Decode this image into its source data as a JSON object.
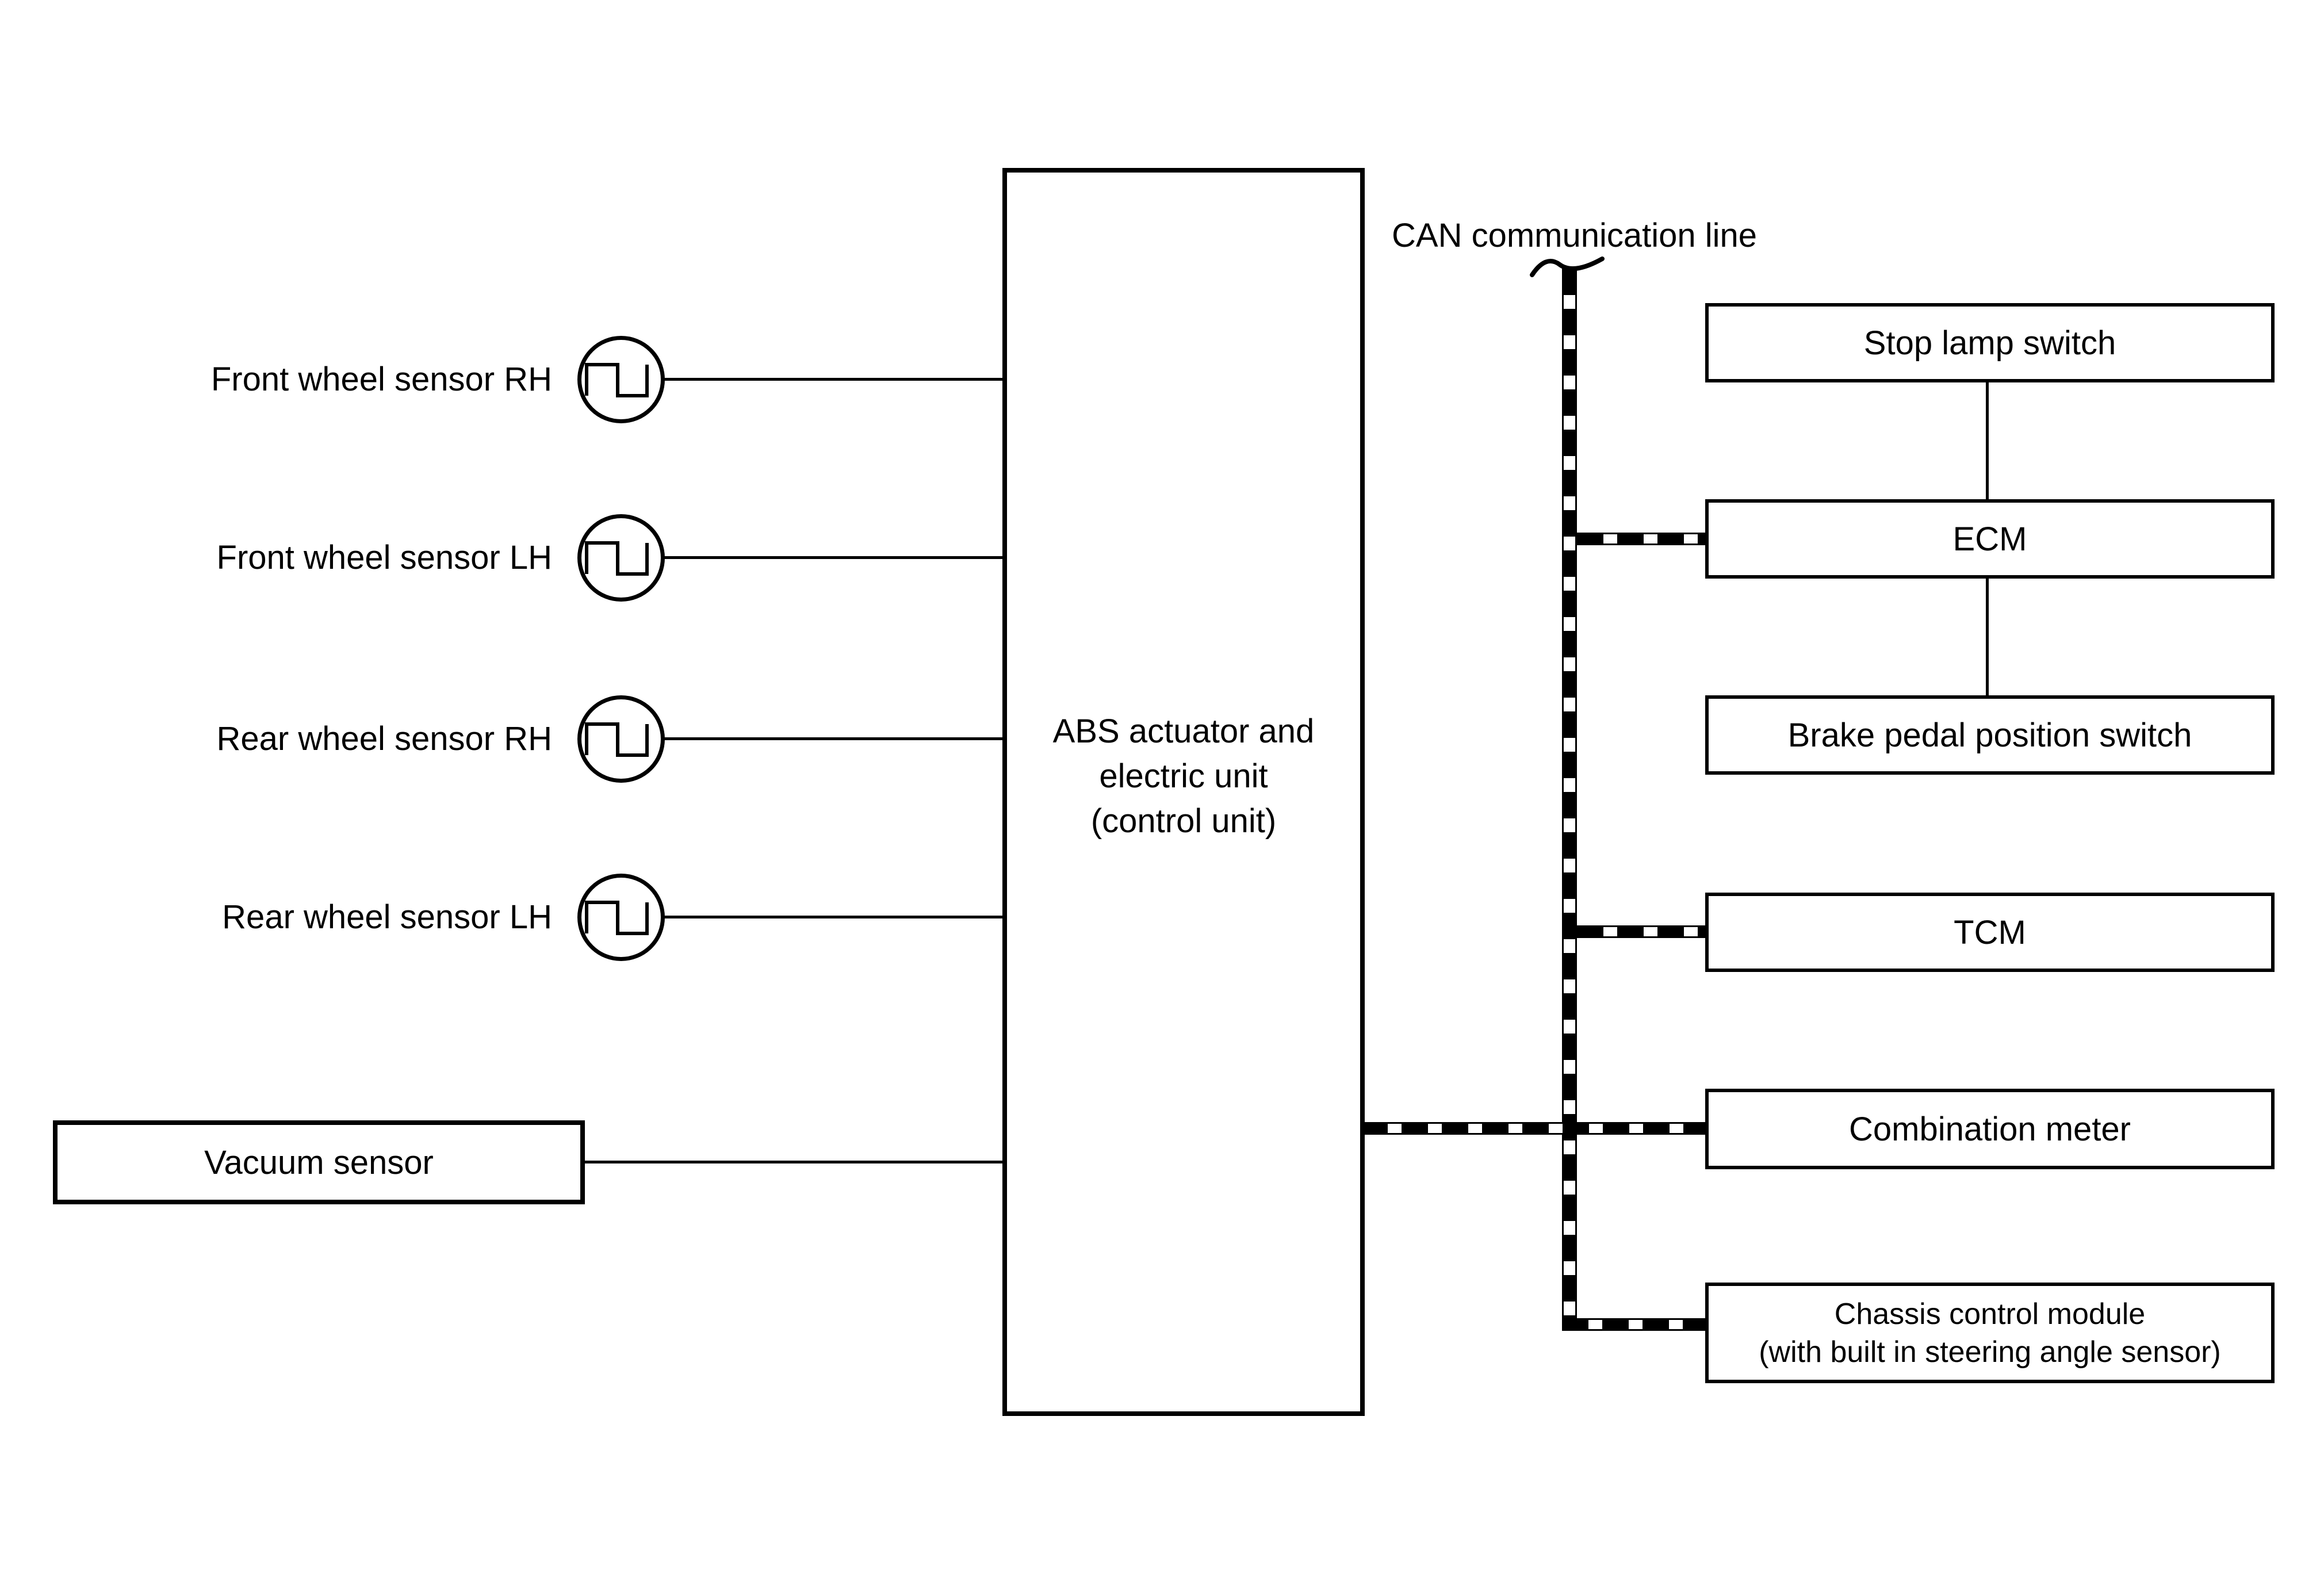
{
  "diagram": {
    "title_note": "ABS system block diagram",
    "colors": {
      "background": "#ffffff",
      "line": "#000000"
    },
    "can_bus": {
      "label": "CAN communication line",
      "style": "black-white checkered line",
      "start_marker_icon": "squiggle-hook"
    },
    "sensors": [
      {
        "label": "Front wheel sensor RH",
        "icon": "pulse-signal-icon"
      },
      {
        "label": "Front wheel sensor LH",
        "icon": "pulse-signal-icon"
      },
      {
        "label": "Rear wheel sensor RH",
        "icon": "pulse-signal-icon"
      },
      {
        "label": "Rear wheel sensor LH",
        "icon": "pulse-signal-icon"
      }
    ],
    "vacuum_sensor": {
      "label": "Vacuum sensor"
    },
    "abs_unit": {
      "line1": "ABS actuator and",
      "line2": "electric unit",
      "line3": "(control unit)"
    },
    "modules": [
      {
        "label": "Stop lamp switch"
      },
      {
        "label": "ECM"
      },
      {
        "label": "Brake pedal position switch"
      },
      {
        "label": "TCM"
      },
      {
        "label": "Combination meter"
      },
      {
        "label": "Chassis control module",
        "label2": "(with built in steering angle sensor)"
      }
    ]
  }
}
